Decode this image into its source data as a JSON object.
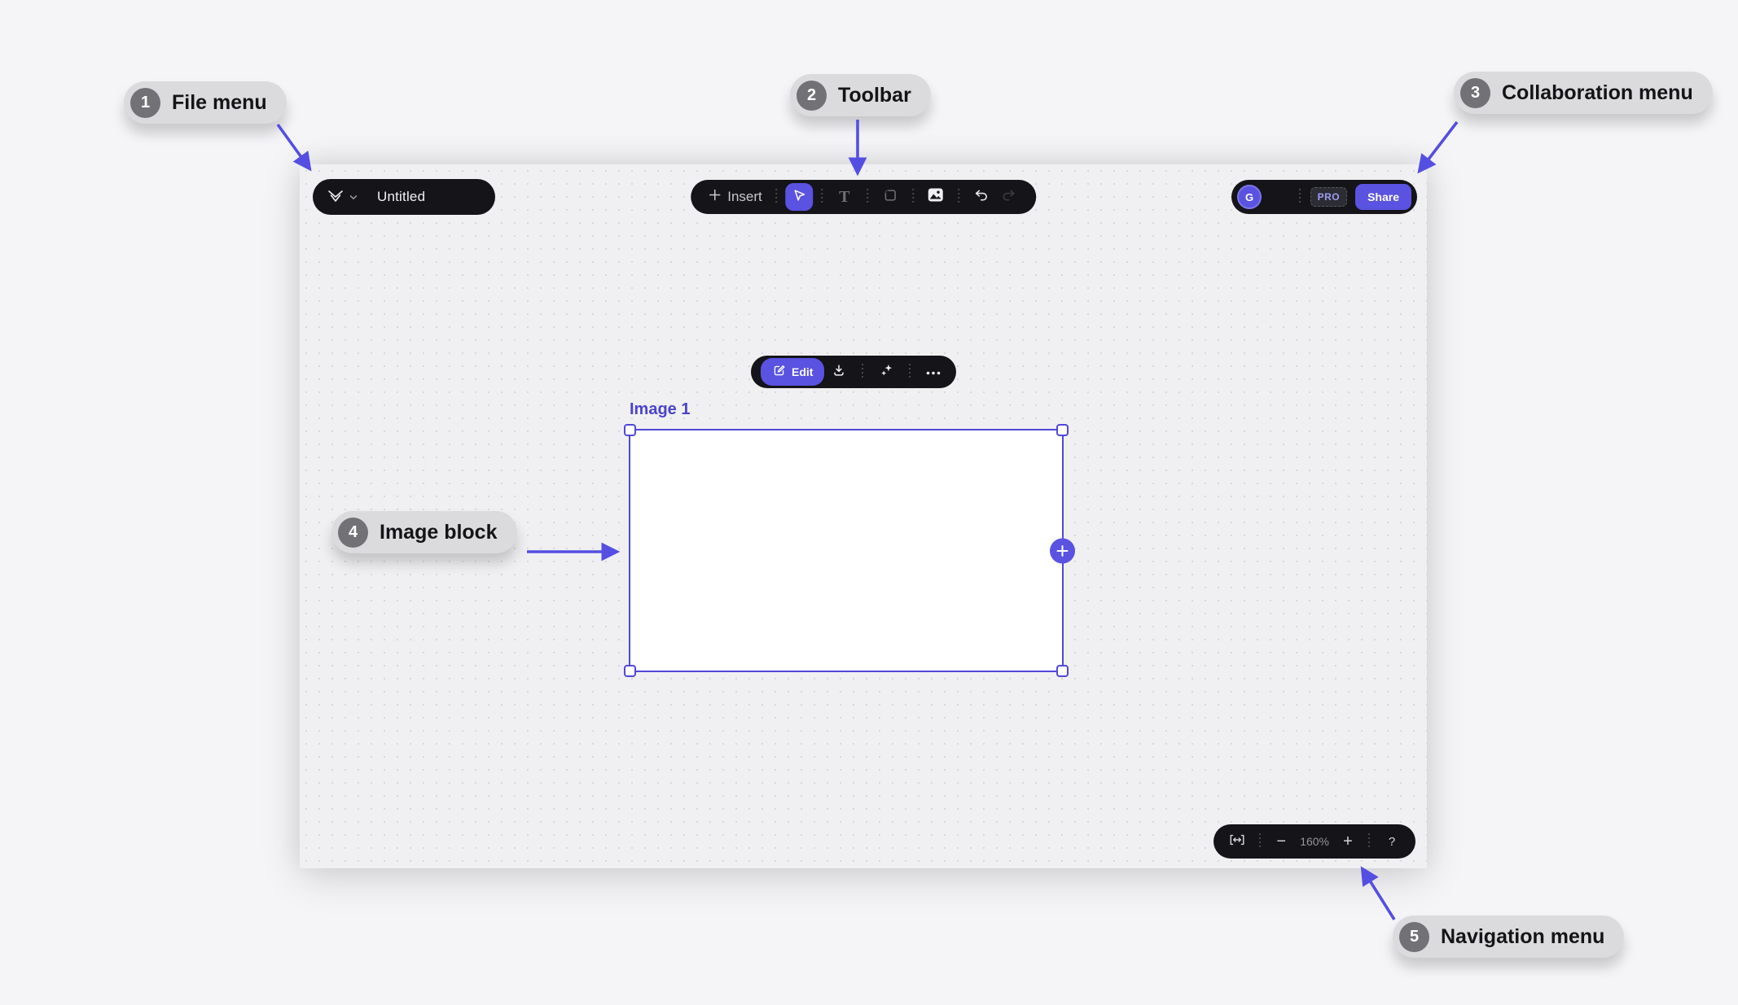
{
  "colors": {
    "accent": "#5a52e0",
    "selection": "#5048d8",
    "pill_dark": "#141419",
    "canvas_bg": "#f0f0f2",
    "callout_bg": "#dbdbde",
    "callout_circle": "#727276"
  },
  "file_menu": {
    "title": "Untitled"
  },
  "toolbar": {
    "insert_label": "Insert",
    "text_tool_glyph": "T"
  },
  "collaboration": {
    "avatar_initial": "G",
    "pro_badge": "PRO",
    "share_label": "Share"
  },
  "context_toolbar": {
    "edit_label": "Edit"
  },
  "image_block": {
    "label": "Image 1",
    "add_glyph": "+"
  },
  "navigation": {
    "zoom_out_glyph": "−",
    "zoom_level": "160%",
    "zoom_in_glyph": "+",
    "help_label": "?"
  },
  "callouts": [
    {
      "number": "1",
      "label": "File menu"
    },
    {
      "number": "2",
      "label": "Toolbar"
    },
    {
      "number": "3",
      "label": "Collaboration menu"
    },
    {
      "number": "4",
      "label": "Image block"
    },
    {
      "number": "5",
      "label": "Navigation menu"
    }
  ]
}
